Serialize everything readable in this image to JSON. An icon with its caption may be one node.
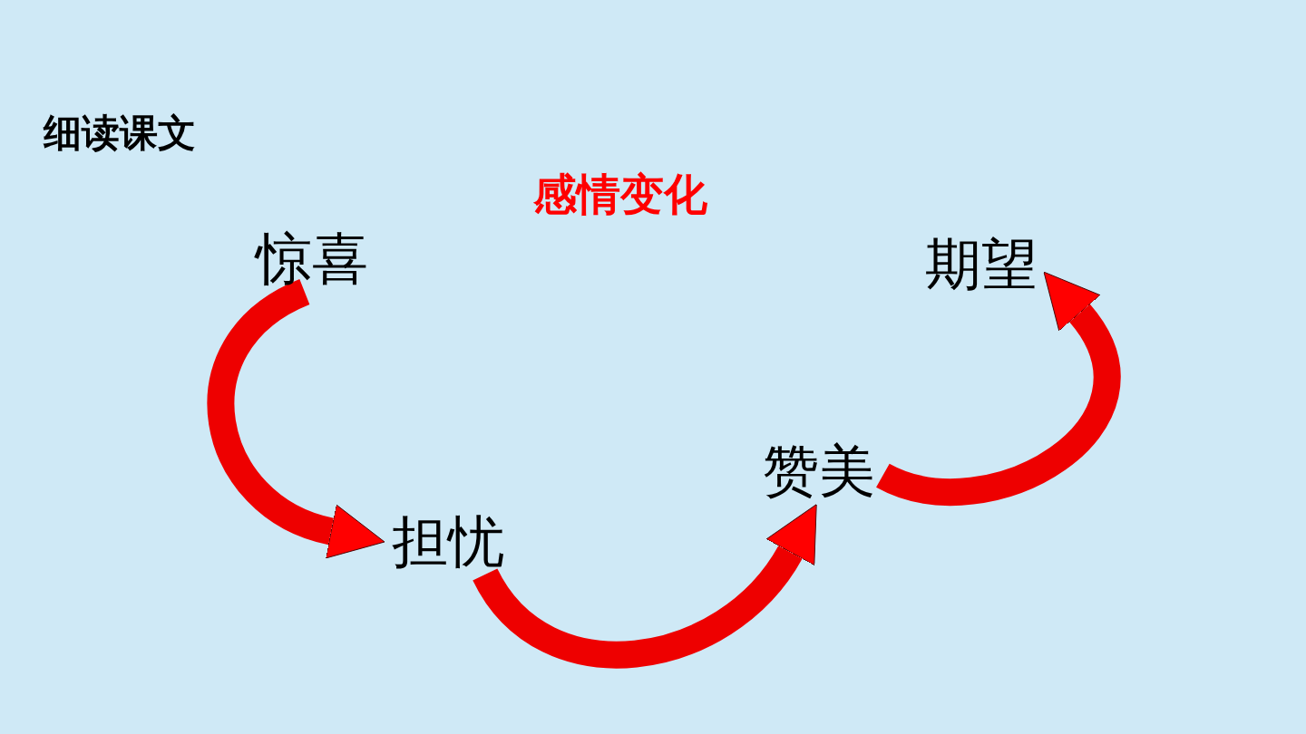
{
  "diagram": {
    "title": "细读课文",
    "nodes": [
      {
        "text": [
          "惊喜"
        ]
      },
      {
        "text": [
          "担忧"
        ]
      },
      {
        "text": [
          "赞美"
        ]
      },
      {
        "text": [
          "期望"
        ]
      }
    ],
    "edges": [
      {
        "from": 0,
        "to": 1,
        "arrow": "to"
      },
      {
        "from": 1,
        "to": 2,
        "arrow": "to"
      },
      {
        "from": 2,
        "to": 3,
        "arrow": "to"
      }
    ],
    "labels": [
      "感情变化"
    ]
  }
}
